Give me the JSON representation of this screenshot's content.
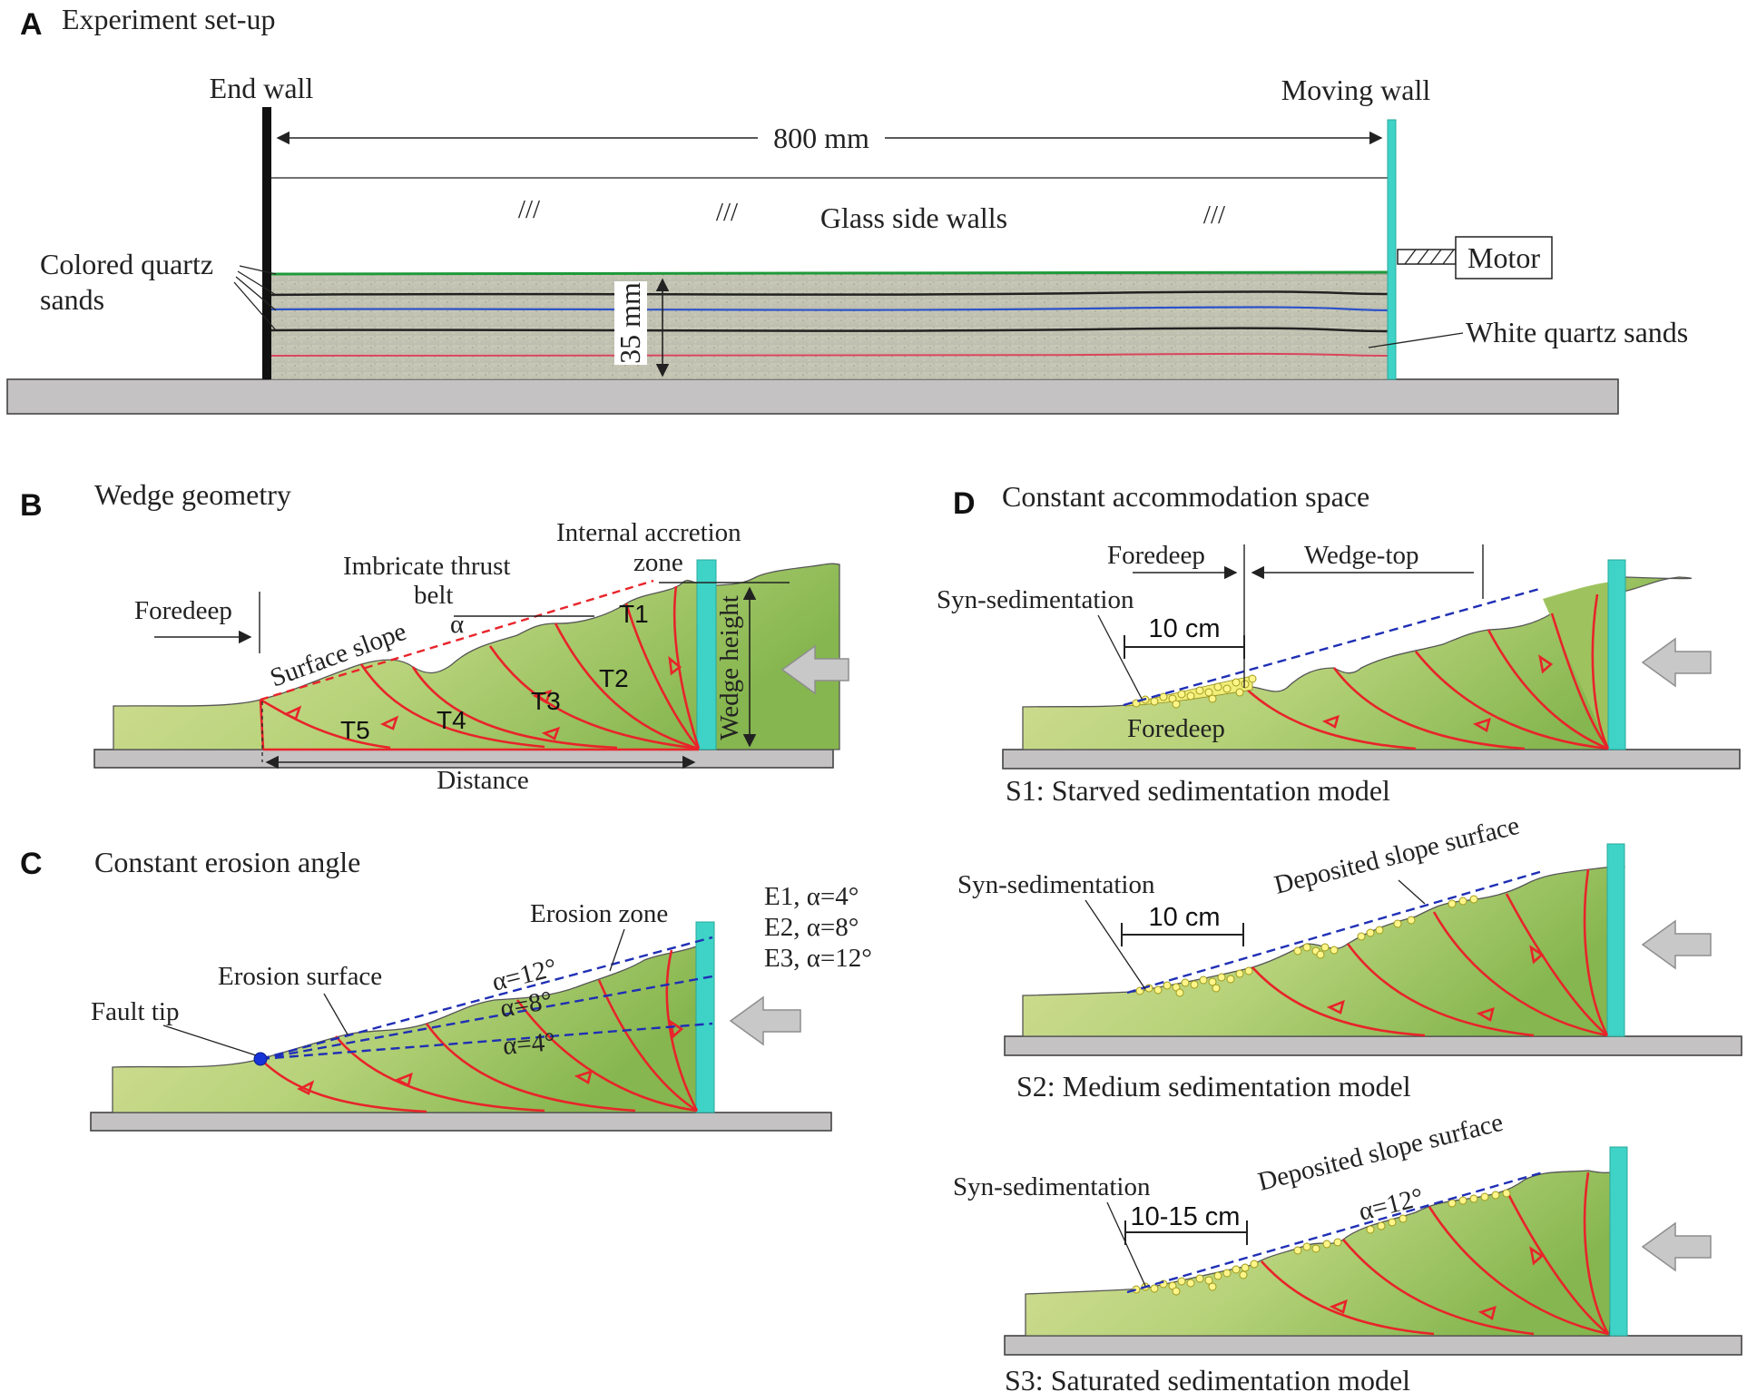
{
  "panels": {
    "a": {
      "letter": "A",
      "title": "Experiment  set-up",
      "end_wall": "End wall",
      "moving_wall": "Moving wall",
      "length": "800 mm",
      "glass": "Glass side walls",
      "hatch": "///",
      "motor": "Motor",
      "colored_l1": "Colored quartz",
      "colored_l2": "sands",
      "white": "White quartz  sands",
      "thickness": "35 mm"
    },
    "b": {
      "letter": "B",
      "title": "Wedge  geometry",
      "internal_l1": "Internal accretion",
      "internal_l2": "zone",
      "imbricate_l1": "Imbricate thrust",
      "imbricate_l2": "belt",
      "alpha": "α",
      "foredeep": "Foredeep",
      "surface_slope": "Surface slope",
      "wedge_height": "Wedge height",
      "distance": "Distance",
      "thrusts": [
        "T1",
        "T2",
        "T3",
        "T4",
        "T5"
      ]
    },
    "c": {
      "letter": "C",
      "title": "Constant  erosion angle",
      "erosion_zone": "Erosion  zone",
      "erosion_surface": "Erosion surface",
      "fault_tip": "Fault tip",
      "legend": [
        "E1, α=4°",
        "E2, α=8°",
        "E3, α=12°"
      ],
      "angles": [
        "α=12°",
        "α=8°",
        "α=4°"
      ]
    },
    "d": {
      "letter": "D",
      "title": "Constant  accommodation space",
      "s1": {
        "foredeep_top": "Foredeep",
        "wedge_top": "Wedge-top",
        "syn": "Syn-sedimentation",
        "scale": "10 cm",
        "foredeep_low": "Foredeep",
        "caption": "S1: Starved sedimentation  model"
      },
      "s2": {
        "syn": "Syn-sedimentation",
        "deposited": "Deposited slope surface",
        "scale": "10 cm",
        "caption": "S2: Medium sedimentation model"
      },
      "s3": {
        "syn": "Syn-sedimentation",
        "deposited": "Deposited slope surface",
        "alpha": "α=12°",
        "scale": "10-15 cm",
        "caption": "S3: Saturated sedimentation model"
      }
    }
  },
  "colors": {
    "wedge_light": "#d8df98",
    "wedge_dark": "#8dbd55",
    "fault": "#e8242a",
    "wall": "#3ed3c6",
    "ground": "#c4c2c3",
    "sand": "#c4c4b4",
    "blue_dash": "#1f2fb5",
    "sediment": "#fff58a"
  }
}
